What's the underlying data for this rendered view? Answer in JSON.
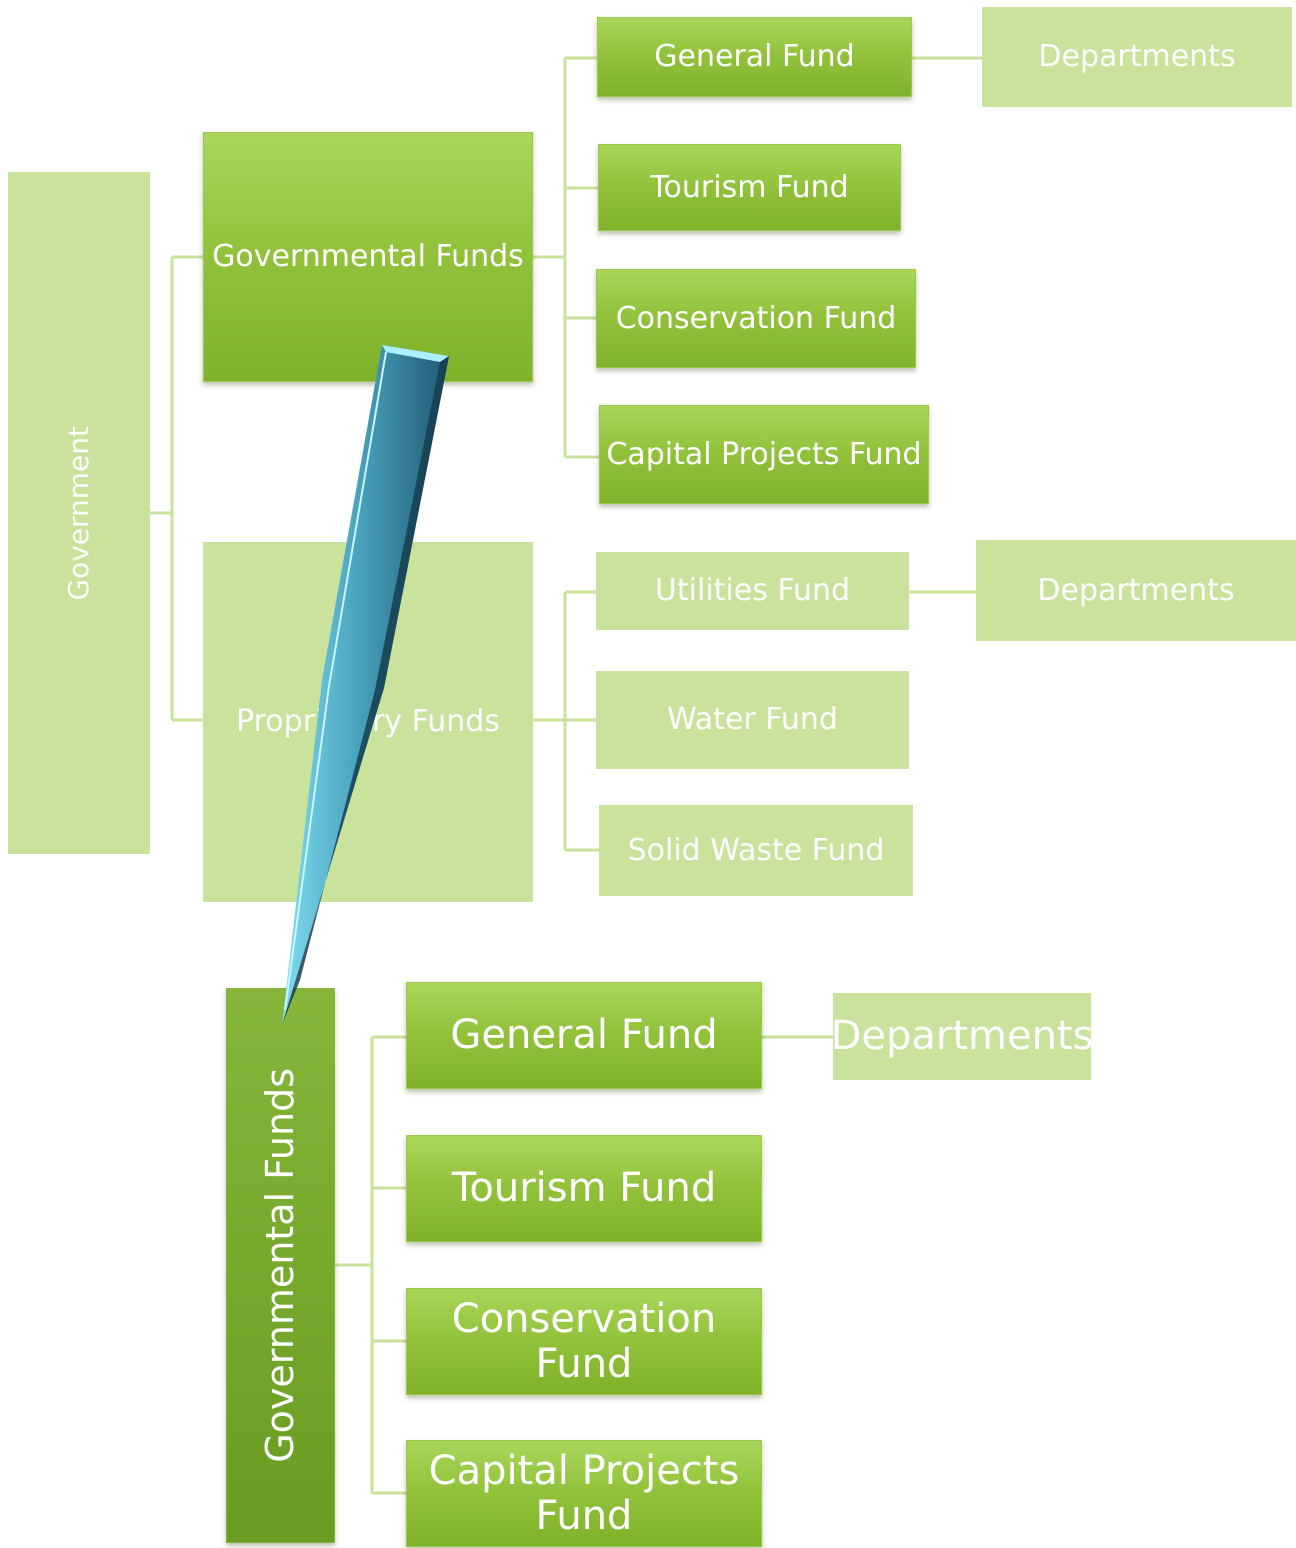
{
  "top_diagram": {
    "root": "Government",
    "governmental": {
      "label": "Governmental Funds",
      "children": [
        "General Fund",
        "Tourism Fund",
        "Conservation Fund",
        "Capital Projects Fund"
      ],
      "general_departments": "Departments"
    },
    "proprietary": {
      "label": "Proprietary Funds",
      "children": [
        "Utilities Fund",
        "Water Fund",
        "Solid Waste Fund"
      ],
      "utilities_departments": "Departments"
    }
  },
  "zoom_diagram": {
    "root": "Governmental Funds",
    "children": [
      "General Fund",
      "Tourism Fund",
      "Conservation Fund",
      "Capital Projects Fund"
    ],
    "general_departments": "Departments"
  },
  "colors": {
    "strong_green": "#93c33d",
    "light_green": "#c9e29c",
    "connector": "#c9e29c",
    "callout": "#4aa3bd"
  }
}
